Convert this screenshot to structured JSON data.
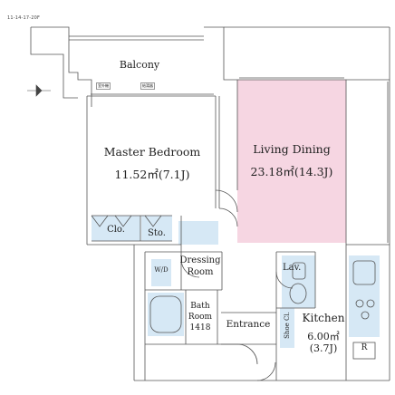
{
  "plan_code": "11-14-17-20F",
  "rooms": {
    "balcony": "Balcony",
    "balcony_tag_left": "室外機",
    "balcony_tag_right": "給湯器",
    "master_bedroom_name": "Master Bedroom",
    "master_bedroom_area": "11.52㎡(7.1J)",
    "living_dining_name": "Living Dining",
    "living_dining_area": "23.18㎡(14.3J)",
    "closet": "Clo.",
    "storage": "Sto.",
    "washer": "W/D",
    "dressing_room_line1": "Dressing",
    "dressing_room_line2": "Room",
    "lavatory": "Lav.",
    "bath_room_line1": "Bath",
    "bath_room_line2": "Room",
    "bath_room_size": "1418",
    "entrance": "Entrance",
    "shoe_closet": "Shoe Cl.",
    "kitchen_name": "Kitchen",
    "kitchen_area_line1": "6.00㎡",
    "kitchen_area_line2": "(3.7J)",
    "refrigerator": "R"
  },
  "colors": {
    "living_dining_fill": "#f6d6e2",
    "storage_fill": "#d6e8f5",
    "wall": "#9b9b9b",
    "line": "#555555"
  }
}
